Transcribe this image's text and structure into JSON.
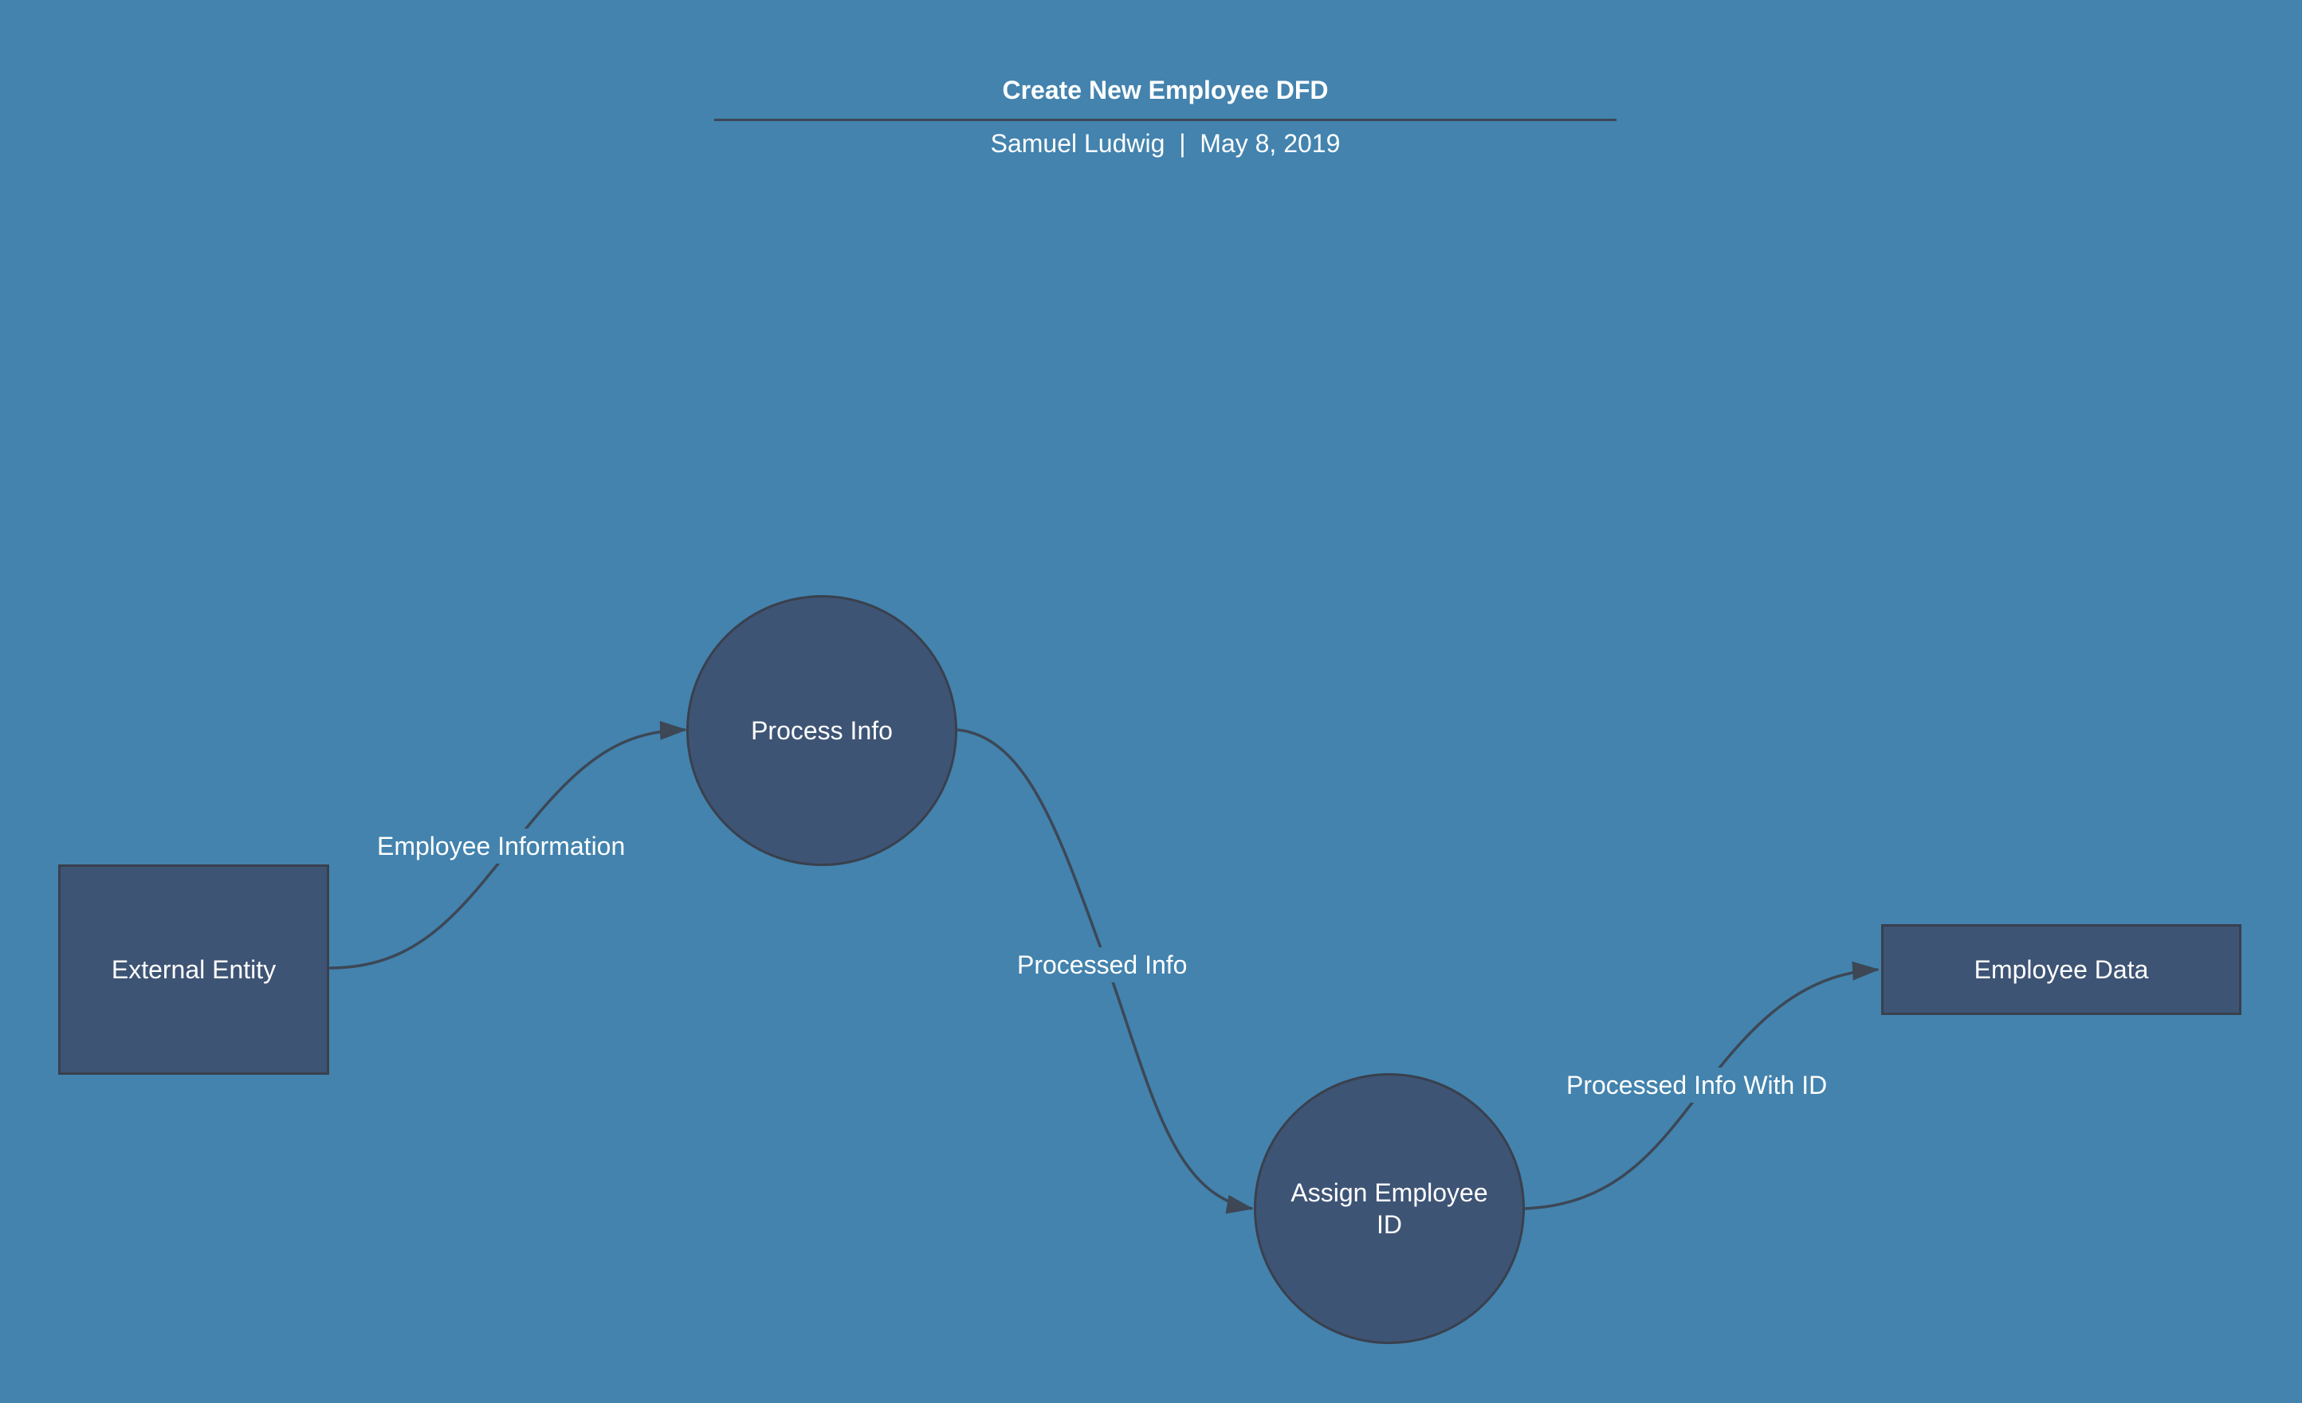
{
  "diagram": {
    "title": "Create New Employee DFD",
    "author": "Samuel Ludwig",
    "separator": "|",
    "date": "May 8, 2019",
    "colors": {
      "background": "#4383AE",
      "node_fill": "#3E5475",
      "node_stroke": "#39404D",
      "connector": "#3D4755",
      "text": "#FFFFFF"
    },
    "nodes": {
      "external_entity": "External Entity",
      "process_info": "Process Info",
      "assign_employee_id": "Assign Employee ID",
      "employee_data": "Employee Data"
    },
    "flows": {
      "employee_information": "Employee Information",
      "processed_info": "Processed Info",
      "processed_info_with_id": "Processed Info With ID"
    }
  }
}
